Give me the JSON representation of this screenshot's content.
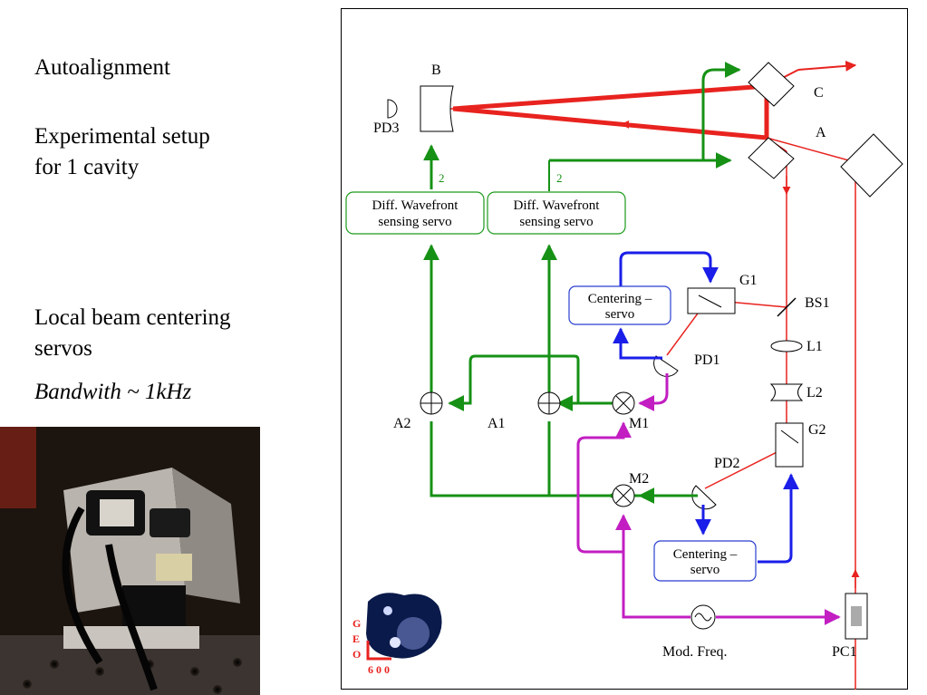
{
  "slide": {
    "title": "Autoalignment",
    "setup_line1": "Experimental setup",
    "setup_line2": "for 1 cavity",
    "servo_line1": "Local beam centering",
    "servo_line2": "servos",
    "bandwidth": "Bandwith ~ 1kHz"
  },
  "diagram": {
    "labels": {
      "B": "B",
      "PD3": "PD3",
      "C": "C",
      "A": "A",
      "G1": "G1",
      "BS1": "BS1",
      "L1": "L1",
      "L2": "L2",
      "G2": "G2",
      "PD1": "PD1",
      "PD2": "PD2",
      "M1": "M1",
      "M2": "M2",
      "A1": "A1",
      "A2": "A2",
      "PC1": "PC1",
      "mod_freq": "Mod. Freq."
    },
    "dws_box_1": {
      "line1": "Diff. Wavefront",
      "line2": "sensing servo",
      "channel": "2"
    },
    "dws_box_2": {
      "line1": "Diff. Wavefront",
      "line2": "sensing servo",
      "channel": "2"
    },
    "centering_1": {
      "line1": "Centering –",
      "line2": "servo"
    },
    "centering_2": {
      "line1": "Centering –",
      "line2": "servo"
    },
    "logo": {
      "letters": [
        "G",
        "E",
        "O"
      ],
      "number": "6 0 0"
    },
    "colors": {
      "laser": "#e8231f",
      "dws_signal": "#169115",
      "centering_signal": "#1a1ee8",
      "modulation": "#c21ec2",
      "box_border": "#1d9a1c",
      "servo_border": "#2a3fd0"
    }
  }
}
